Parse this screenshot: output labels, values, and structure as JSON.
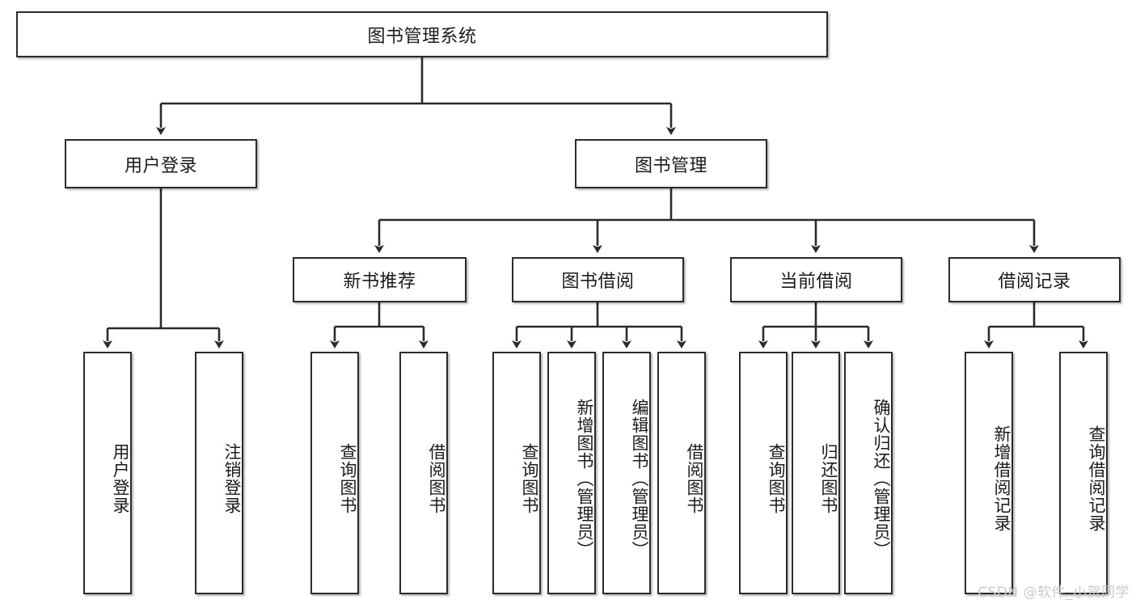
{
  "diagram": {
    "title": "图书管理系统",
    "type": "tree",
    "root": {
      "label": "图书管理系统"
    },
    "level2": [
      {
        "label": "用户登录"
      },
      {
        "label": "图书管理"
      }
    ],
    "level3": [
      {
        "label": "新书推荐"
      },
      {
        "label": "图书借阅"
      },
      {
        "label": "当前借阅"
      },
      {
        "label": "借阅记录"
      }
    ],
    "leaves": {
      "user_login": [
        {
          "label": "用户登录"
        },
        {
          "label": "注销登录"
        }
      ],
      "new_book_recommend": [
        {
          "label": "查询图书"
        },
        {
          "label": "借阅图书"
        }
      ],
      "book_borrow": [
        {
          "label": "查询图书"
        },
        {
          "label": "新增图书（管理员）"
        },
        {
          "label": "编辑图书（管理员）"
        },
        {
          "label": "借阅图书"
        }
      ],
      "current_borrow": [
        {
          "label": "查询图书"
        },
        {
          "label": "归还图书"
        },
        {
          "label": "确认归还（管理员）"
        }
      ],
      "borrow_record": [
        {
          "label": "新增借阅记录"
        },
        {
          "label": "查询借阅记录"
        }
      ]
    }
  },
  "watermark": {
    "text": "CSDN @软件_小贺同学"
  },
  "colors": {
    "stroke": "#2b2b2b",
    "fill": "#ffffff",
    "text": "#1b1b1b",
    "watermark": "#c9c9c9"
  }
}
